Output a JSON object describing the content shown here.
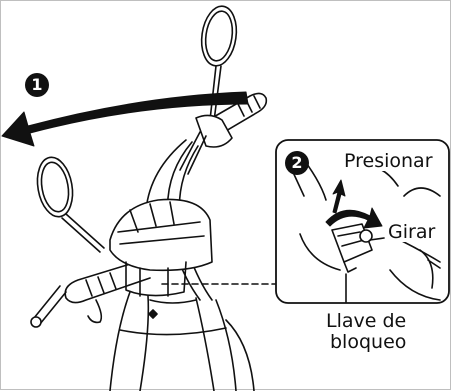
{
  "steps": [
    {
      "number": "1"
    },
    {
      "number": "2"
    }
  ],
  "callouts": {
    "press": "Presionar",
    "turn": "Girar",
    "key_line1": "Llave de",
    "key_line2": "bloqueo"
  },
  "colors": {
    "line": "#111111",
    "fill": "#ffffff",
    "frame": "#bfbfbf",
    "badge": "#111111"
  },
  "icons": [
    "curved-left-arrow-icon",
    "up-arrow-icon",
    "rotate-arrow-icon"
  ]
}
